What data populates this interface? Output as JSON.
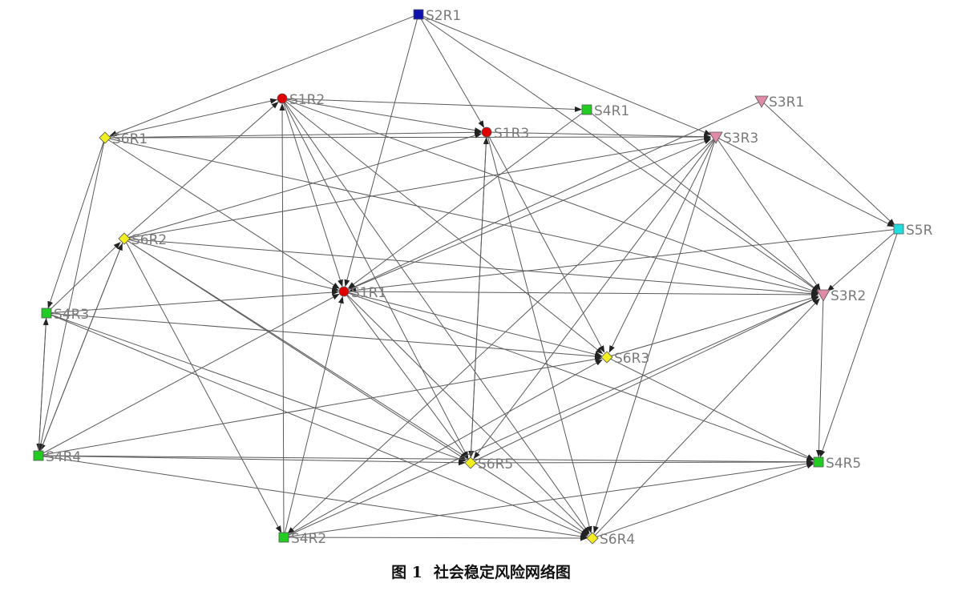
{
  "caption": {
    "figure_no": "图 1",
    "title": "社会稳定风险网络图"
  },
  "colors": {
    "S1": "#e00000",
    "S2": "#1010b0",
    "S3": "#e08aa8",
    "S4": "#22cc22",
    "S5": "#22dddd",
    "S6": "#f2ee22",
    "edge": "#5a5a5a",
    "label": "#7a7a7a"
  },
  "shapes": {
    "S1": "circle",
    "S2": "square",
    "S3": "triangle-down",
    "S4": "square",
    "S5": "square",
    "S6": "diamond"
  },
  "nodes": [
    {
      "id": "S2R1",
      "label": "S2R1",
      "group": "S2"
    },
    {
      "id": "S1R2",
      "label": "S1R2",
      "group": "S1"
    },
    {
      "id": "S4R1",
      "label": "S4R1",
      "group": "S4"
    },
    {
      "id": "S3R1",
      "label": "S3R1",
      "group": "S3"
    },
    {
      "id": "S6R1",
      "label": "S6R1",
      "group": "S6"
    },
    {
      "id": "S1R3",
      "label": "S1R3",
      "group": "S1"
    },
    {
      "id": "S3R3",
      "label": "S3R3",
      "group": "S3"
    },
    {
      "id": "S5R",
      "label": "S5R",
      "group": "S5"
    },
    {
      "id": "S6R2",
      "label": "S6R2",
      "group": "S6"
    },
    {
      "id": "S1R1",
      "label": "S1R1",
      "group": "S1"
    },
    {
      "id": "S3R2",
      "label": "S3R2",
      "group": "S3"
    },
    {
      "id": "S4R3",
      "label": "S4R3",
      "group": "S4"
    },
    {
      "id": "S6R3",
      "label": "S6R3",
      "group": "S6"
    },
    {
      "id": "S4R4",
      "label": "S4R4",
      "group": "S4"
    },
    {
      "id": "S6R5",
      "label": "S6R5",
      "group": "S6"
    },
    {
      "id": "S4R5",
      "label": "S4R5",
      "group": "S4"
    },
    {
      "id": "S4R2",
      "label": "S4R2",
      "group": "S4"
    },
    {
      "id": "S6R4",
      "label": "S6R4",
      "group": "S6"
    }
  ],
  "edges": [
    [
      "S2R1",
      "S1R3"
    ],
    [
      "S2R1",
      "S1R1"
    ],
    [
      "S2R1",
      "S3R3"
    ],
    [
      "S2R1",
      "S6R1"
    ],
    [
      "S2R1",
      "S3R2"
    ],
    [
      "S1R2",
      "S4R1"
    ],
    [
      "S1R2",
      "S1R3"
    ],
    [
      "S1R2",
      "S1R1"
    ],
    [
      "S1R2",
      "S6R3"
    ],
    [
      "S1R2",
      "S6R5"
    ],
    [
      "S1R2",
      "S6R4"
    ],
    [
      "S1R2",
      "S3R2"
    ],
    [
      "S6R1",
      "S1R3"
    ],
    [
      "S6R1",
      "S1R2"
    ],
    [
      "S6R1",
      "S3R3"
    ],
    [
      "S6R1",
      "S1R1"
    ],
    [
      "S6R1",
      "S4R3"
    ],
    [
      "S6R1",
      "S4R4"
    ],
    [
      "S6R1",
      "S3R2"
    ],
    [
      "S6R2",
      "S1R2"
    ],
    [
      "S6R2",
      "S1R3"
    ],
    [
      "S6R2",
      "S3R3"
    ],
    [
      "S6R2",
      "S1R1"
    ],
    [
      "S6R2",
      "S3R2"
    ],
    [
      "S6R2",
      "S6R5"
    ],
    [
      "S6R2",
      "S4R2"
    ],
    [
      "S6R2",
      "S4R4"
    ],
    [
      "S6R2",
      "S6R4"
    ],
    [
      "S4R1",
      "S1R1"
    ],
    [
      "S4R1",
      "S3R2"
    ],
    [
      "S1R3",
      "S3R3"
    ],
    [
      "S1R3",
      "S6R3"
    ],
    [
      "S1R3",
      "S6R5"
    ],
    [
      "S1R3",
      "S6R4"
    ],
    [
      "S3R1",
      "S1R1"
    ],
    [
      "S3R1",
      "S5R"
    ],
    [
      "S3R3",
      "S3R2"
    ],
    [
      "S3R3",
      "S6R3"
    ],
    [
      "S3R3",
      "S6R5"
    ],
    [
      "S3R3",
      "S6R4"
    ],
    [
      "S3R3",
      "S4R2"
    ],
    [
      "S3R3",
      "S5R"
    ],
    [
      "S5R",
      "S1R1"
    ],
    [
      "S5R",
      "S3R2"
    ],
    [
      "S5R",
      "S4R5"
    ],
    [
      "S1R1",
      "S3R3"
    ],
    [
      "S1R1",
      "S3R2"
    ],
    [
      "S1R1",
      "S6R3"
    ],
    [
      "S1R1",
      "S6R5"
    ],
    [
      "S1R1",
      "S6R4"
    ],
    [
      "S1R1",
      "S4R5"
    ],
    [
      "S4R3",
      "S1R1"
    ],
    [
      "S4R3",
      "S6R2"
    ],
    [
      "S4R3",
      "S6R3"
    ],
    [
      "S4R3",
      "S6R5"
    ],
    [
      "S4R3",
      "S6R4"
    ],
    [
      "S4R3",
      "S4R4"
    ],
    [
      "S4R4",
      "S4R3"
    ],
    [
      "S4R4",
      "S6R2"
    ],
    [
      "S4R4",
      "S1R1"
    ],
    [
      "S4R4",
      "S6R3"
    ],
    [
      "S4R4",
      "S6R5"
    ],
    [
      "S4R4",
      "S6R4"
    ],
    [
      "S4R4",
      "S4R5"
    ],
    [
      "S4R2",
      "S1R2"
    ],
    [
      "S4R2",
      "S1R1"
    ],
    [
      "S4R2",
      "S6R3"
    ],
    [
      "S4R2",
      "S3R2"
    ],
    [
      "S4R2",
      "S6R4"
    ],
    [
      "S4R2",
      "S4R5"
    ],
    [
      "S6R3",
      "S3R2"
    ],
    [
      "S6R3",
      "S4R5"
    ],
    [
      "S6R5",
      "S4R5"
    ],
    [
      "S6R5",
      "S1R3"
    ],
    [
      "S6R5",
      "S3R2"
    ],
    [
      "S6R4",
      "S4R5"
    ],
    [
      "S6R4",
      "S3R2"
    ],
    [
      "S3R2",
      "S4R5"
    ]
  ]
}
